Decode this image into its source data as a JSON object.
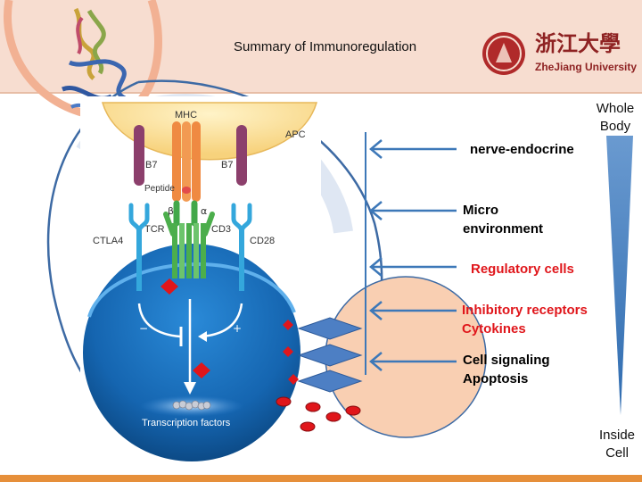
{
  "header": {
    "title": "Summary of Immunoregulation",
    "university_cn": "浙江大學",
    "university_en": "ZheJiang University"
  },
  "figure": {
    "mhc": "MHC",
    "apc": "APC",
    "b7_left": "B7",
    "b7_right": "B7",
    "peptide": "Peptide",
    "beta": "β",
    "alpha": "α",
    "tcr": "TCR",
    "cd3": "CD3",
    "ctla4": "CTLA4",
    "cd28": "CD28",
    "minus": "−",
    "plus": "+",
    "transcription": "Transcription factors"
  },
  "levels": [
    {
      "text": "nerve-endocrine",
      "color": "#000000"
    },
    {
      "text": "Micro\nenvironment",
      "color": "#000000"
    },
    {
      "text": "Regulatory cells",
      "color": "#e0161b"
    },
    {
      "text": "Inhibitory receptors\nCytokines",
      "color": "#e0161b"
    },
    {
      "text": "Cell signaling\nApoptosis",
      "color": "#000000"
    }
  ],
  "scale": {
    "top": "Whole\nBody",
    "bottom": "Inside\nCell"
  },
  "colors": {
    "header_bg": "#f7ddd0",
    "arrow_blue": "#3d78b8",
    "cell_blue": "#1565b0",
    "peach": "#f9cfb2",
    "accent_red": "#e0161b",
    "footer_orange": "#e68f3a"
  }
}
